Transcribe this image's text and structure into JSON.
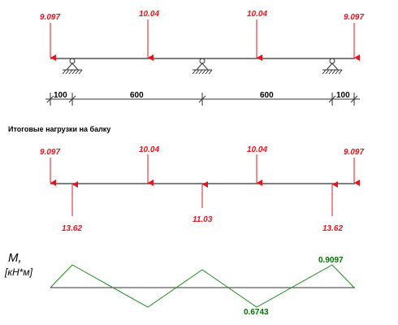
{
  "colors": {
    "load": "#e8141c",
    "beam": "#333333",
    "moment": "#1e8c1e",
    "moment_label": "#007000"
  },
  "beam_scheme": {
    "loads": [
      "9.097",
      "10.04",
      "10.04",
      "9.097"
    ],
    "supports": 3,
    "dimensions": [
      "100",
      "600",
      "600",
      "100"
    ]
  },
  "result_section": {
    "title": "Итоговые нагрузки на балку",
    "downward_loads": [
      "9.097",
      "10.04",
      "10.04",
      "9.097"
    ],
    "reactions": [
      "13.62",
      "11.03",
      "13.62"
    ]
  },
  "moment_diagram": {
    "symbol": "M,",
    "unit": "[кН*м]",
    "labels": [
      "0.9097",
      "0.6743"
    ]
  }
}
